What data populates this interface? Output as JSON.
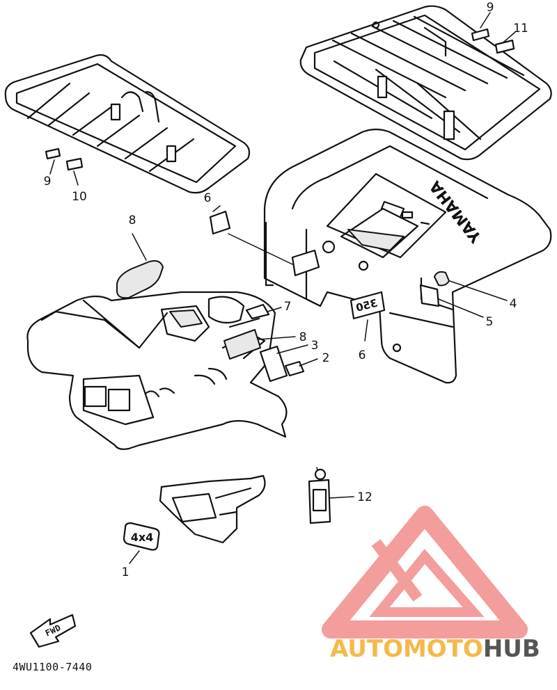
{
  "diagram": {
    "part_code": "4WU1100-7440",
    "fwd_label": "FWD",
    "callouts": [
      {
        "id": "c9a",
        "label": "9"
      },
      {
        "id": "c11",
        "label": "11"
      },
      {
        "id": "c9b",
        "label": "9"
      },
      {
        "id": "c10",
        "label": "10"
      },
      {
        "id": "c6a",
        "label": "6"
      },
      {
        "id": "c8a",
        "label": "8"
      },
      {
        "id": "c4",
        "label": "4"
      },
      {
        "id": "c5",
        "label": "5"
      },
      {
        "id": "c7",
        "label": "7"
      },
      {
        "id": "c8b",
        "label": "8"
      },
      {
        "id": "c3",
        "label": "3"
      },
      {
        "id": "c2",
        "label": "2"
      },
      {
        "id": "c6b",
        "label": "6"
      },
      {
        "id": "c12",
        "label": "12"
      },
      {
        "id": "c1",
        "label": "1"
      }
    ],
    "decal_text": {
      "yamaha": "YAMAHA",
      "model": "350",
      "four_by_four": "4x4"
    }
  },
  "watermark": {
    "brand_part1": "AUTOMOTO",
    "brand_part2": "HUB",
    "color_primary": "#f28c8c",
    "color_secondary": "#f5b94a",
    "color_dark": "#3a3a3a"
  }
}
